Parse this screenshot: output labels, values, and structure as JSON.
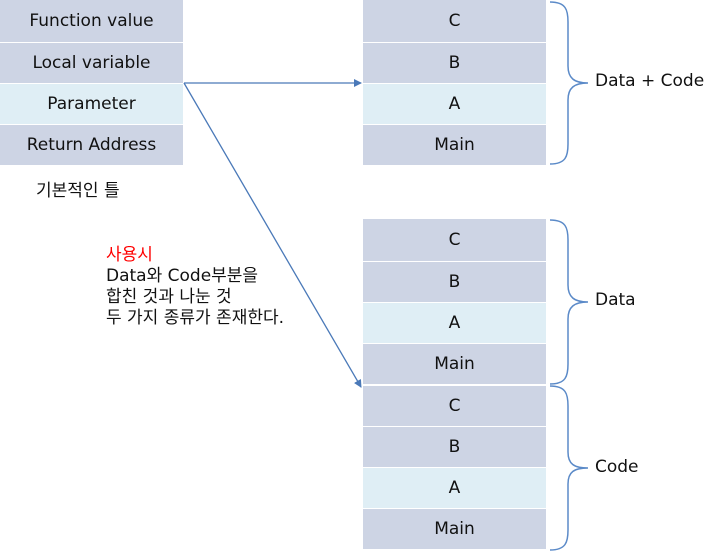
{
  "frame": {
    "rows": [
      "Function value",
      "Local variable",
      "Parameter",
      "Return Address"
    ],
    "caption": "기본적인 틀"
  },
  "stacks": [
    {
      "items": [
        "C",
        "B",
        "A",
        "Main"
      ],
      "brace_label": "Data + Code"
    },
    {
      "items": [
        "C",
        "B",
        "A",
        "Main"
      ],
      "brace_label": "Data"
    },
    {
      "items": [
        "C",
        "B",
        "A",
        "Main"
      ],
      "brace_label": "Code"
    }
  ],
  "note": {
    "title": "사용시",
    "lines": [
      "Data와 Code부분을",
      "합친 것과 나눈 것",
      "두 가지 종류가 존재한다."
    ]
  },
  "colors": {
    "cell_gray": "#cdd4e4",
    "cell_light": "#dfeef5",
    "arrow": "#4a79b8",
    "brace": "#5b8ac8",
    "note_title": "#ff0000"
  }
}
